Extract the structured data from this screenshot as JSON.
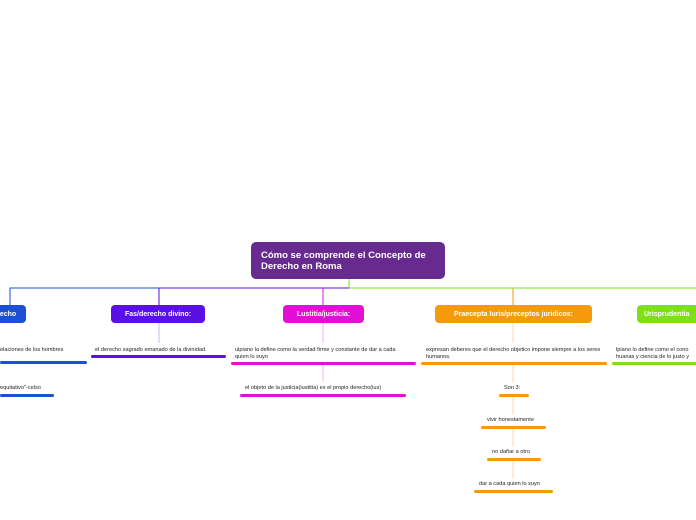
{
  "root": {
    "title": "Cómo se comprende el Concepto de Derecho en Roma",
    "color": "#672a8e"
  },
  "branches": [
    {
      "id": "derecho",
      "label": "echo",
      "color": "#1a4fd6",
      "items": [
        {
          "text": "elaciones de los hombres"
        },
        {
          "text": " equitativo\"-celso"
        }
      ]
    },
    {
      "id": "fas",
      "label": "Fas/derecho divino:",
      "color": "#5a0fe6",
      "items": [
        {
          "text": "el derecho sagrado emanado de la divinidad."
        }
      ]
    },
    {
      "id": "iustitia",
      "label": "Lustitia/justicia:",
      "color": "#e20fd6",
      "items": [
        {
          "text": "ulpiano la define como la verdad firme y constante de dar a cada quien lo suyo"
        },
        {
          "text": "el objeto de la justicia(iustitia) es el propio derecho(ius)"
        }
      ]
    },
    {
      "id": "praecepta",
      "label": "Praecepta Iuris/preceptos juridicos:",
      "color": "#f59a0a",
      "items": [
        {
          "text": "expresan deberes que el derecho objetico impone siempre a los seres humanos."
        },
        {
          "text": "Son 3:"
        },
        {
          "text": "vivir honestamente"
        },
        {
          "text": "no dañar a otro"
        },
        {
          "text": "dar a cada quien lo suyo"
        }
      ]
    },
    {
      "id": "iurisprudentia",
      "label": "Urisprudentia",
      "color": "#7ee01a",
      "items": [
        {
          "text": "lpiano lo define como el cono huanas y ciencia de lo justo y"
        }
      ]
    }
  ]
}
